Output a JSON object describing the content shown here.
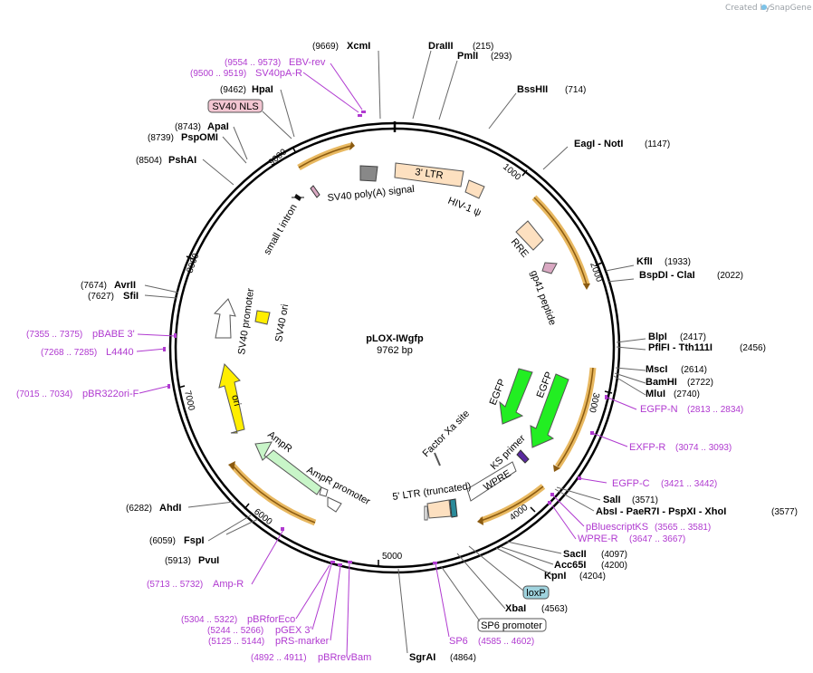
{
  "credit": {
    "prefix": "Created by",
    "brand": "SnapGene"
  },
  "plasmid": {
    "name": "pLOX-IWgfp",
    "size": "9762 bp"
  },
  "ticks": [
    "1000",
    "2000",
    "3000",
    "4000",
    "5000",
    "6000",
    "7000",
    "8000",
    "9000"
  ],
  "features": [
    {
      "label": "3' LTR"
    },
    {
      "label": "HIV-1 ψ"
    },
    {
      "label": "RRE"
    },
    {
      "label": "gp41 peptide"
    },
    {
      "label": "EGFP"
    },
    {
      "label": "EGFP"
    },
    {
      "label": "Factor Xa site"
    },
    {
      "label": "KS primer"
    },
    {
      "label": "WPRE"
    },
    {
      "label": "5' LTR (truncated)"
    },
    {
      "label": "AmpR"
    },
    {
      "label": "AmpR promoter"
    },
    {
      "label": "ori"
    },
    {
      "label": "SV40 promoter"
    },
    {
      "label": "SV40 ori"
    },
    {
      "label": "small t intron"
    },
    {
      "label": "SV40 poly(A) signal"
    }
  ],
  "boxed": [
    {
      "label": "SV40 NLS"
    },
    {
      "label": "loxP"
    },
    {
      "label": "SP6 promoter"
    }
  ],
  "enzymes": [
    {
      "pos": "(9669)",
      "name": "XcmI"
    },
    {
      "pos": "(215)",
      "name": "DraIII"
    },
    {
      "pos": "(293)",
      "name": "PmlI"
    },
    {
      "pos": "(714)",
      "name": "BssHII"
    },
    {
      "pos": "(1147)",
      "name": "EagI  - NotI"
    },
    {
      "pos": "(1933)",
      "name": "KflI"
    },
    {
      "pos": "(2022)",
      "name": "BspDI  - ClaI"
    },
    {
      "pos": "(2417)",
      "name": "BlpI"
    },
    {
      "pos": "(2456)",
      "name": "PflFI  - Tth111I"
    },
    {
      "pos": "(2614)",
      "name": "MscI"
    },
    {
      "pos": "(2722)",
      "name": "BamHI"
    },
    {
      "pos": "(2740)",
      "name": "MluI"
    },
    {
      "pos": "(3571)",
      "name": "SalI"
    },
    {
      "pos": "(3577)",
      "name": "AbsI  - PaeR7I  - PspXI  - XhoI"
    },
    {
      "pos": "(4097)",
      "name": "SacII"
    },
    {
      "pos": "(4200)",
      "name": "Acc65I"
    },
    {
      "pos": "(4204)",
      "name": "KpnI"
    },
    {
      "pos": "(4563)",
      "name": "XbaI"
    },
    {
      "pos": "(4864)",
      "name": "SgrAI"
    },
    {
      "pos": "(5913)",
      "name": "PvuI"
    },
    {
      "pos": "(6059)",
      "name": "FspI"
    },
    {
      "pos": "(6282)",
      "name": "AhdI"
    },
    {
      "pos": "(7627)",
      "name": "SfiI"
    },
    {
      "pos": "(7674)",
      "name": "AvrII"
    },
    {
      "pos": "(8504)",
      "name": "PshAI"
    },
    {
      "pos": "(8739)",
      "name": "PspOMI"
    },
    {
      "pos": "(8743)",
      "name": "ApaI"
    },
    {
      "pos": "(9462)",
      "name": "HpaI"
    }
  ],
  "primers": [
    {
      "name": "EBV-rev",
      "range": "(9554 .. 9573)"
    },
    {
      "name": "SV40pA-R",
      "range": "(9500 .. 9519)"
    },
    {
      "name": "EGFP-N",
      "range": "(2813 .. 2834)"
    },
    {
      "name": "EXFP-R",
      "range": "(3074 .. 3093)"
    },
    {
      "name": "EGFP-C",
      "range": "(3421 .. 3442)"
    },
    {
      "name": "pBluescriptKS",
      "range": "(3565 .. 3581)"
    },
    {
      "name": "WPRE-R",
      "range": "(3647 .. 3667)"
    },
    {
      "name": "SP6",
      "range": "(4585 .. 4602)"
    },
    {
      "name": "pBRrevBam",
      "range": "(4892 .. 4911)"
    },
    {
      "name": "pRS-marker",
      "range": "(5125 .. 5144)"
    },
    {
      "name": "pGEX 3'",
      "range": "(5244 .. 5266)"
    },
    {
      "name": "pBRforEco",
      "range": "(5304 .. 5322)"
    },
    {
      "name": "Amp-R",
      "range": "(5713 .. 5732)"
    },
    {
      "name": "pBR322ori-F",
      "range": "(7015 .. 7034)"
    },
    {
      "name": "L4440",
      "range": "(7268 .. 7285)"
    },
    {
      "name": "pBABE 3'",
      "range": "(7355 .. 7375)"
    }
  ]
}
